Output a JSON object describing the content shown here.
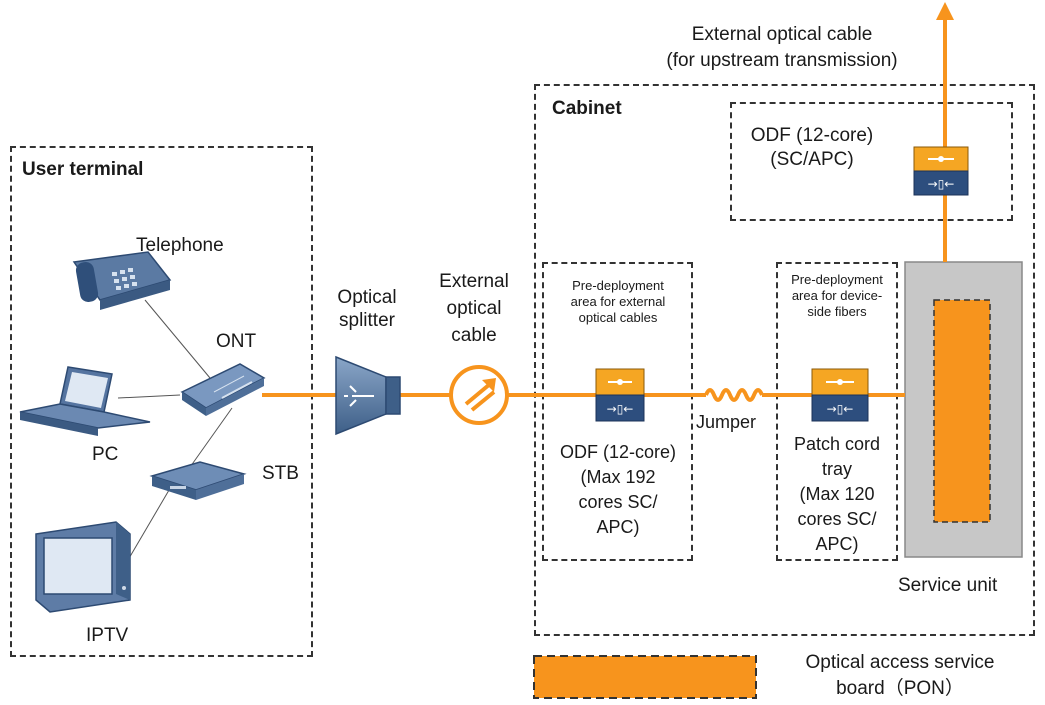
{
  "user_terminal": {
    "title": "User terminal",
    "telephone": "Telephone",
    "ont": "ONT",
    "pc": "PC",
    "stb": "STB",
    "iptv": "IPTV"
  },
  "splitter": {
    "line1": "Optical",
    "line2": "splitter"
  },
  "external_cable": {
    "line1": "External",
    "line2": "optical",
    "line3": "cable"
  },
  "upstream_cable": {
    "line1": "External optical cable",
    "line2": "(for upstream transmission)"
  },
  "cabinet": {
    "title": "Cabinet",
    "odf_top": {
      "line1": "ODF (12-core)",
      "line2": "(SC/APC)"
    },
    "preplace_external": {
      "line1": "Pre-deployment",
      "line2": "area for external",
      "line3": "optical cables"
    },
    "odf_main": {
      "line1": "ODF (12-core)",
      "line2": "(Max 192",
      "line3": "cores SC/",
      "line4": "APC)"
    },
    "jumper": "Jumper",
    "preplace_device": {
      "line1": "Pre-deployment",
      "line2": "area for device-",
      "line3": "side fibers"
    },
    "patch_tray": {
      "line1": "Patch cord",
      "line2": "tray",
      "line3": "(Max 120",
      "line4": "cores SC/",
      "line5": "APC)"
    },
    "service_unit": "Service unit"
  },
  "legend": {
    "line1": "Optical access service",
    "line2": "board（PON）",
    "swatch_color": "#f7941d"
  },
  "colors": {
    "fiber": "#f7941d",
    "odf_top": "#f5a623",
    "odf_bottom": "#2d4e7e",
    "device": "#4a6b95"
  }
}
